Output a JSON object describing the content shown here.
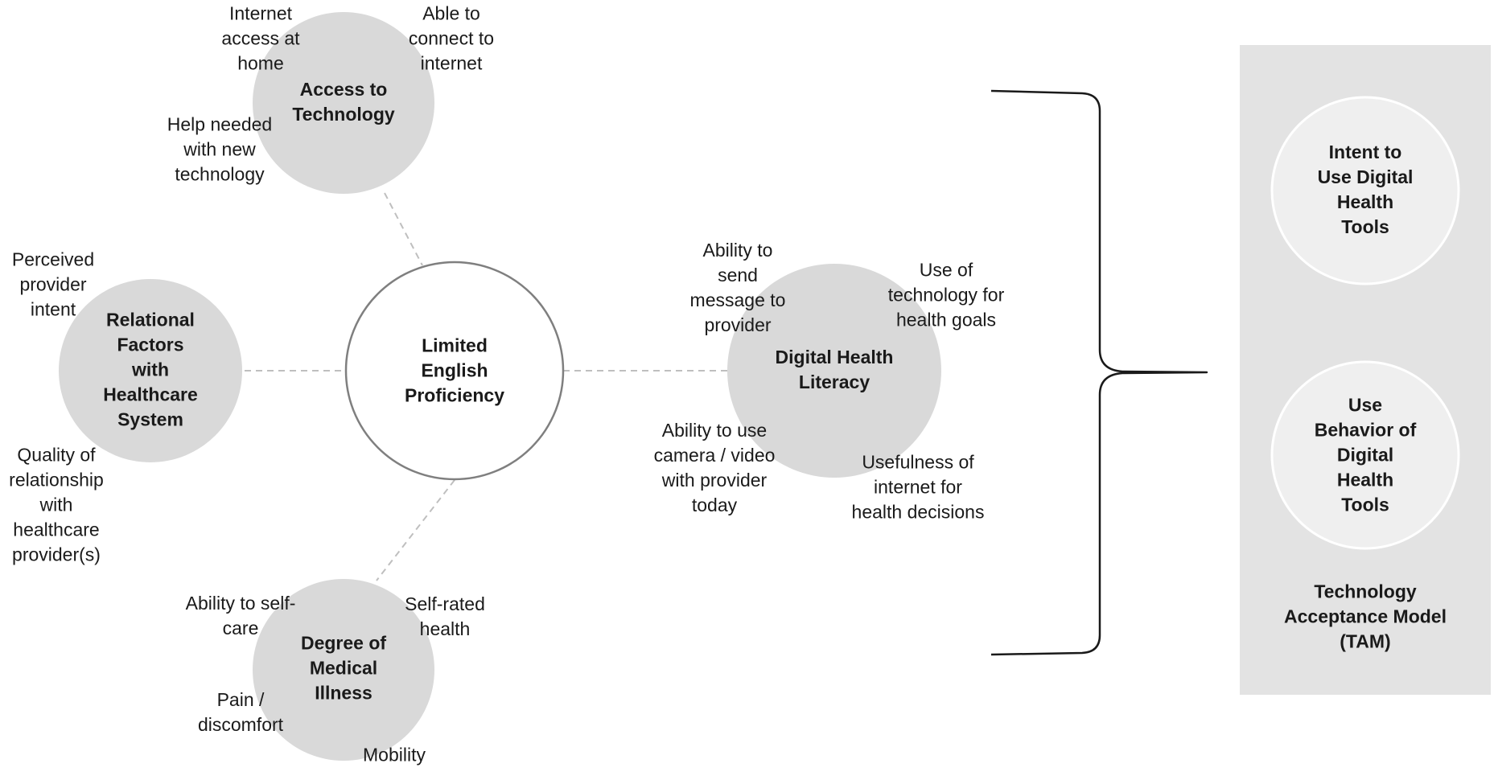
{
  "center": {
    "label": [
      "Limited",
      "English",
      "Proficiency"
    ]
  },
  "nodes": {
    "access": {
      "title": [
        "Access to",
        "Technology"
      ],
      "factors": {
        "internet_home": [
          "Internet",
          "access at",
          "home"
        ],
        "connect": [
          "Able to",
          "connect to",
          "internet"
        ],
        "help": [
          "Help needed",
          "with new",
          "technology"
        ]
      }
    },
    "relational": {
      "title": [
        "Relational",
        "Factors",
        "with",
        "Healthcare",
        "System"
      ],
      "factors": {
        "perceived": [
          "Perceived",
          "provider",
          "intent"
        ],
        "quality": [
          "Quality of",
          "relationship",
          "with",
          "healthcare",
          "provider(s)"
        ]
      }
    },
    "medical": {
      "title": [
        "Degree of",
        "Medical",
        "Illness"
      ],
      "factors": {
        "selfcare": [
          "Ability to self-",
          "care"
        ],
        "selfrated": [
          "Self-rated",
          "health"
        ],
        "pain": [
          "Pain /",
          "discomfort"
        ],
        "mobility": [
          "Mobility"
        ]
      }
    },
    "dhl": {
      "title": [
        "Digital Health",
        "Literacy"
      ],
      "factors": {
        "message": [
          "Ability to",
          "send",
          "message to",
          "provider"
        ],
        "goals": [
          "Use of",
          "technology for",
          "health goals"
        ],
        "camera": [
          "Ability to use",
          "camera / video",
          "with provider",
          "today"
        ],
        "usefulness": [
          "Usefulness of",
          "internet for",
          "health decisions"
        ]
      }
    }
  },
  "tam": {
    "intent": [
      "Intent to",
      "Use Digital",
      "Health",
      "Tools"
    ],
    "use": [
      "Use",
      "Behavior of",
      "Digital",
      "Health",
      "Tools"
    ],
    "label": [
      "Technology",
      "Acceptance Model",
      "(TAM)"
    ]
  },
  "colors": {
    "node_fill": "#d9d9d9",
    "center_stroke": "#7f7f7f",
    "connector": "#bfbfbf",
    "tam_panel": "#e3e3e3",
    "tam_circle_fill": "#efefef",
    "brace": "#1a1a1a"
  }
}
